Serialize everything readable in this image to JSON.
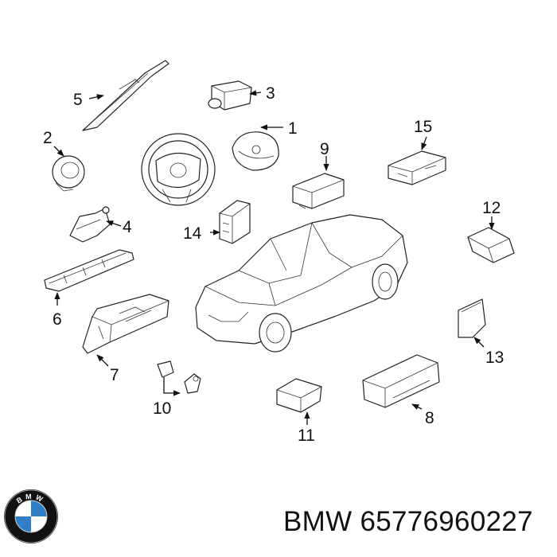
{
  "callouts": [
    "1",
    "2",
    "3",
    "4",
    "5",
    "6",
    "7",
    "8",
    "9",
    "10",
    "11",
    "12",
    "13",
    "14",
    "15"
  ],
  "caption": {
    "brand": "BMW",
    "part_number": "65776960227"
  },
  "logo": {
    "letters": "BMW",
    "colors": {
      "ring": "#111111",
      "blue": "#2f7fc7",
      "white": "#ffffff"
    }
  }
}
